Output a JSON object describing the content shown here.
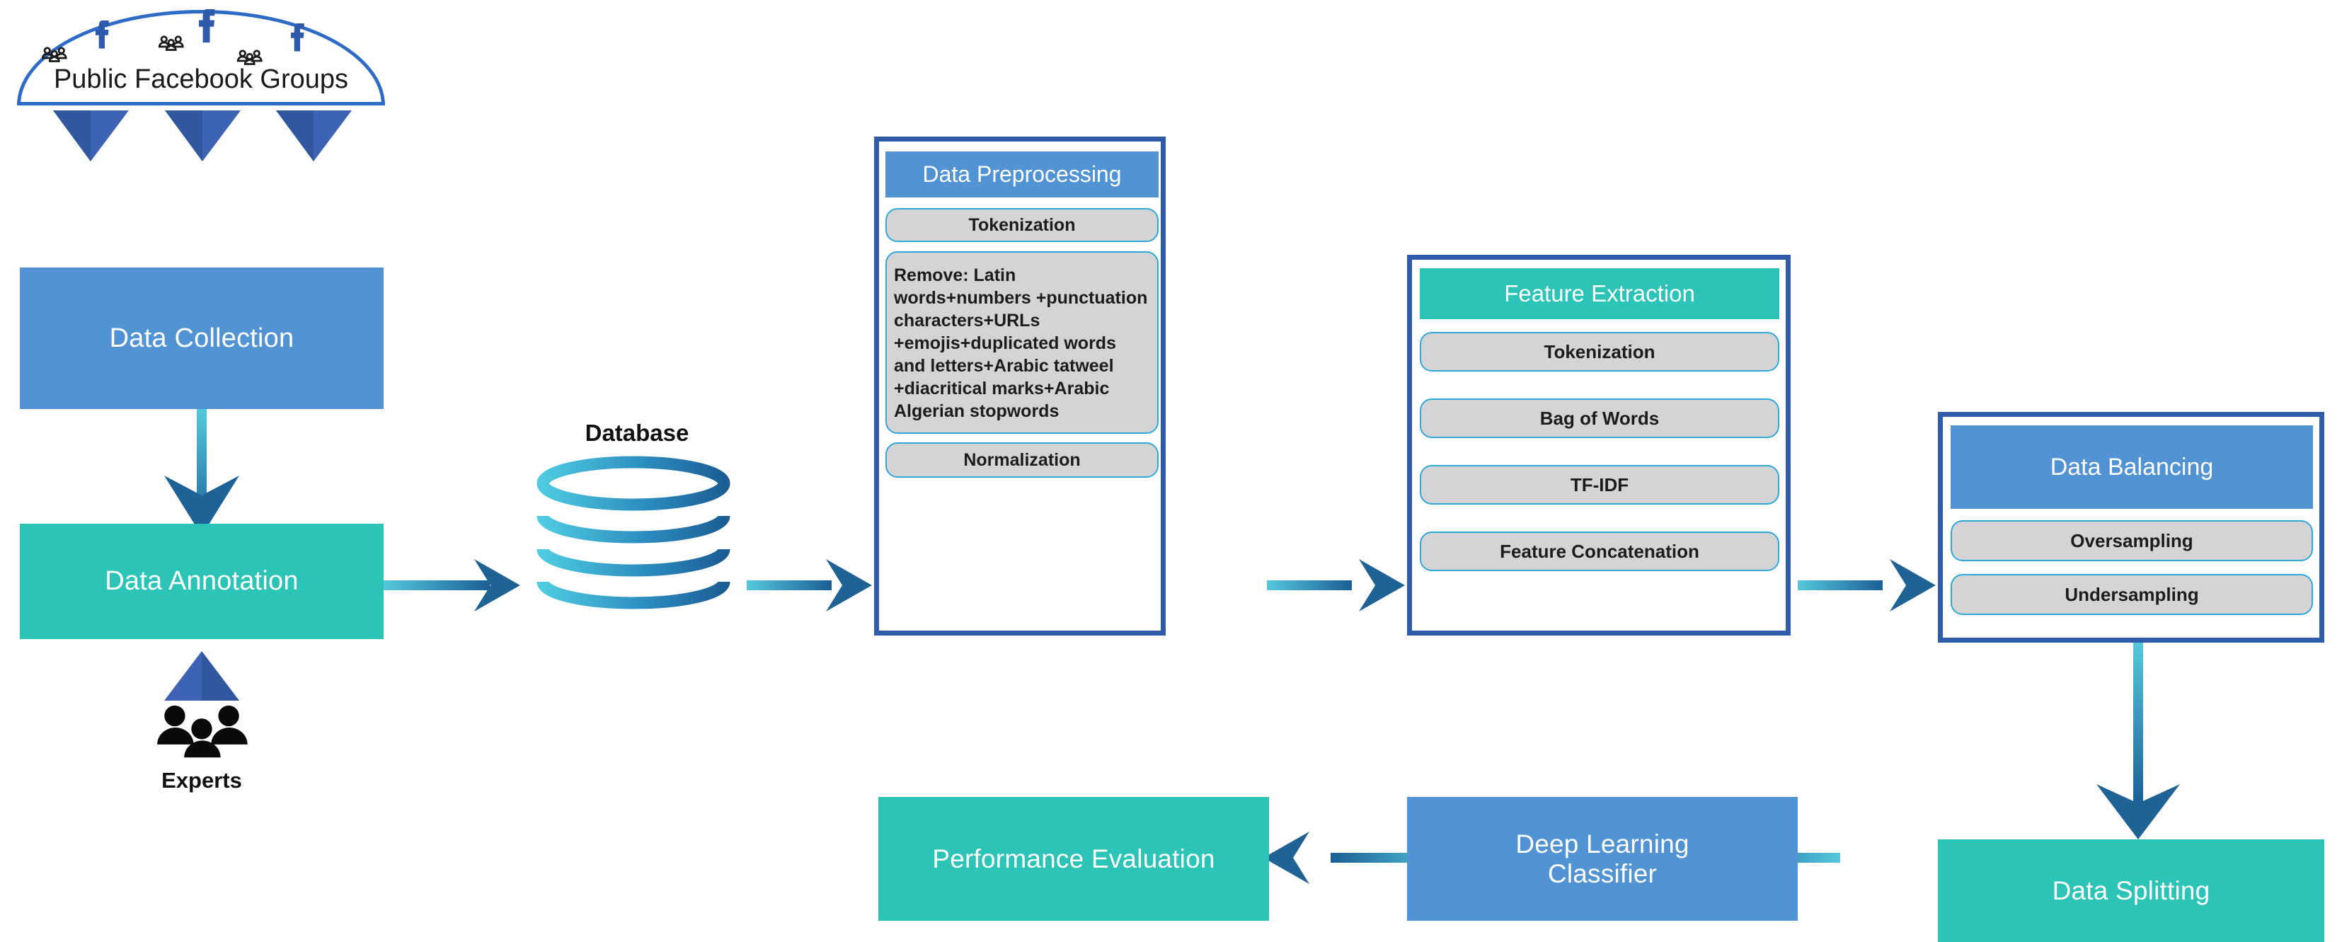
{
  "diagram": {
    "title": "Data pipeline flowchart",
    "colors": {
      "blue": "#5193D3",
      "teal": "#2BC4B6",
      "border_blue": "#2F5CAA",
      "facebook_blue": "#2E5AAC",
      "pill_grey": "#D4D4D4",
      "pill_border": "#2FA8DC",
      "arrow_light": "#4FC3DC",
      "arrow_dark": "#1B5E96"
    },
    "source": {
      "label": "Public Facebook Groups",
      "icon_count": 3,
      "icon": "facebook-f-icon",
      "people_icon": "group-people-icon"
    },
    "steps": {
      "data_collection": "Data Collection",
      "data_annotation": "Data Annotation",
      "experts_caption": "Experts",
      "database": "Database",
      "data_splitting": "Data Splitting",
      "deep_learning_classifier": "Deep Learning\nClassifier",
      "deep_learning_classifier_line1": "Deep Learning",
      "deep_learning_classifier_line2": "Classifier",
      "performance_evaluation": "Performance Evaluation"
    },
    "preprocessing": {
      "header": "Data Preprocessing",
      "items": [
        "Tokenization",
        "Remove: Latin words+numbers +punctuation characters+URLs +emojis+duplicated words and letters+Arabic tatweel +diacritical marks+Arabic Algerian stopwords",
        "Normalization"
      ]
    },
    "feature_extraction": {
      "header": "Feature Extraction",
      "items": [
        "Tokenization",
        "Bag of Words",
        "TF-IDF",
        "Feature Concatenation"
      ]
    },
    "data_balancing": {
      "header": "Data Balancing",
      "items": [
        "Oversampling",
        "Undersampling"
      ]
    }
  }
}
